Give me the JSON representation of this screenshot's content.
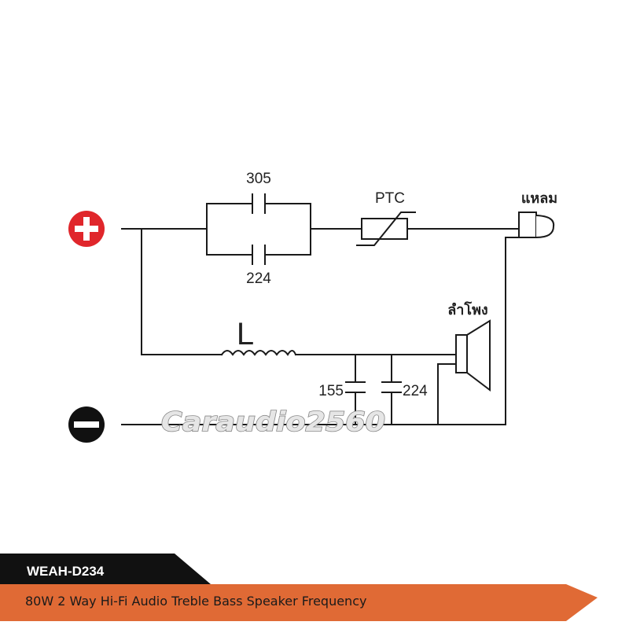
{
  "terminals": {
    "positive_symbol": "+",
    "negative_symbol": "−",
    "positive_color": "#e0262b",
    "negative_color": "#111111"
  },
  "components": {
    "cap_top_label": "305",
    "cap_bottom_label": "224",
    "ptc_label": "PTC",
    "inductor_label": "L",
    "cap_low1_label": "155",
    "cap_low2_label": "224",
    "tweeter_label": "แหลม",
    "woofer_label": "ลำโพง"
  },
  "watermark": {
    "text": "Caraudio2560"
  },
  "banner": {
    "model": "WEAH-D234",
    "description": "80W 2 Way Hi-Fi Audio Treble Bass Speaker Frequency",
    "dark_color": "#111111",
    "accent_color": "#e06a35"
  }
}
